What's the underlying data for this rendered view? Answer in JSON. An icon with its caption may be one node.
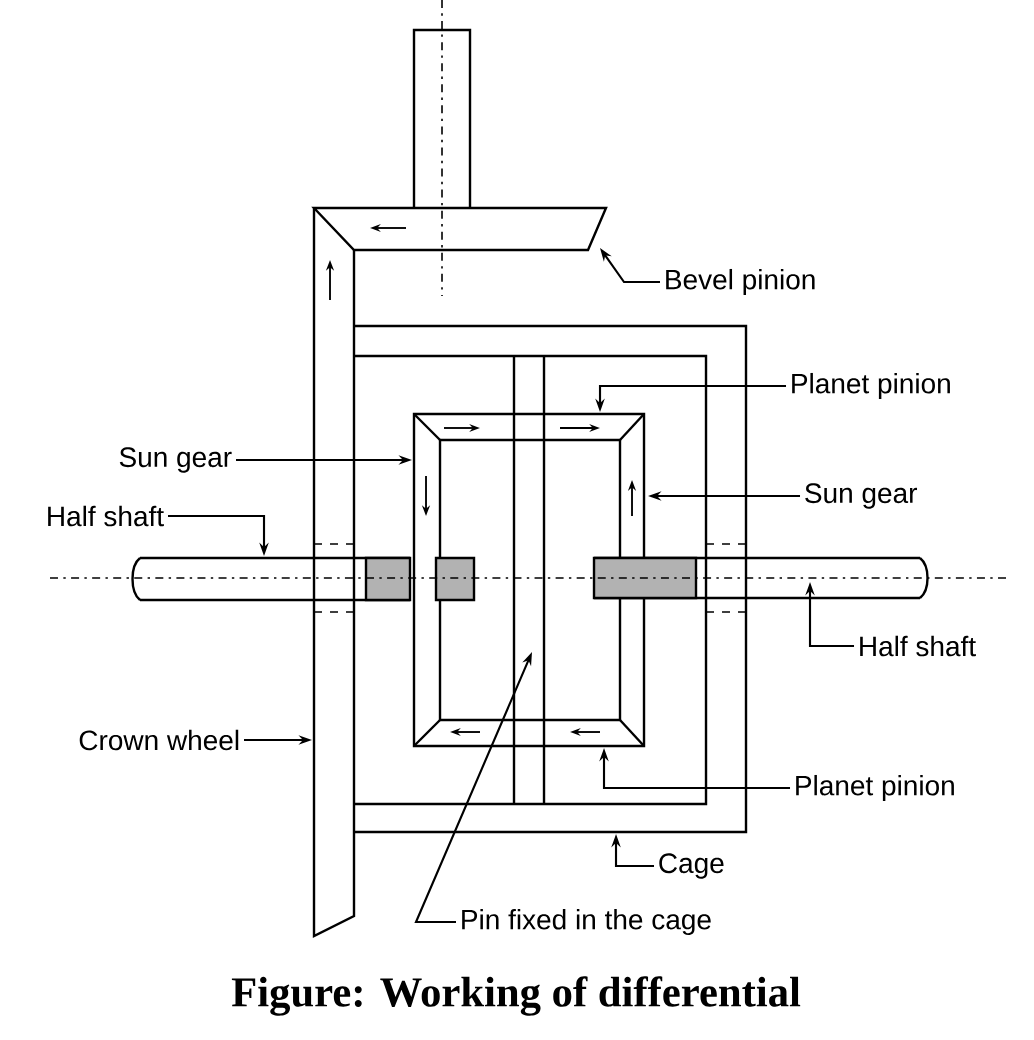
{
  "diagram": {
    "caption": "Figure: Working of differential",
    "nodes": [
      {
        "text": [
          "Bevel pinion"
        ]
      },
      {
        "text": [
          "Planet pinion"
        ]
      },
      {
        "text": [
          "Sun gear"
        ]
      },
      {
        "text": [
          "Sun gear"
        ]
      },
      {
        "text": [
          "Half shaft"
        ]
      },
      {
        "text": [
          "Half shaft"
        ]
      },
      {
        "text": [
          "Crown wheel"
        ]
      },
      {
        "text": [
          "Planet pinion"
        ]
      },
      {
        "text": [
          "Cage"
        ]
      },
      {
        "text": [
          "Pin fixed in the cage"
        ]
      }
    ],
    "edges": [
      {
        "from": 0,
        "to": null,
        "arrow": "to"
      },
      {
        "from": 1,
        "to": null,
        "arrow": "to"
      },
      {
        "from": 2,
        "to": null,
        "arrow": "to"
      },
      {
        "from": 3,
        "to": null,
        "arrow": "to"
      },
      {
        "from": 4,
        "to": null,
        "arrow": "to"
      },
      {
        "from": 5,
        "to": null,
        "arrow": "to"
      },
      {
        "from": 6,
        "to": null,
        "arrow": "to"
      },
      {
        "from": 7,
        "to": null,
        "arrow": "to"
      },
      {
        "from": 8,
        "to": null,
        "arrow": "to"
      },
      {
        "from": 9,
        "to": null,
        "arrow": "to"
      }
    ]
  }
}
